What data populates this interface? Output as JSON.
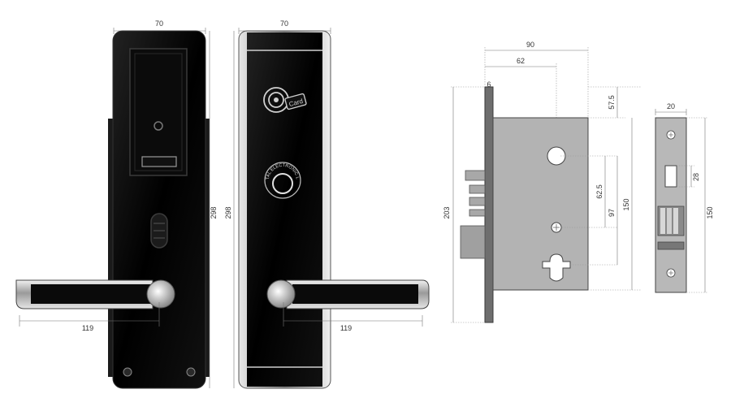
{
  "colors": {
    "panel_black": "#050505",
    "chrome": "#c8c8c8",
    "mortise_body": "#b3b3b3",
    "mortise_faceplate": "#6e6e6e",
    "dimension_line": "#777777",
    "label": "#333333"
  },
  "icons": {
    "card_reader": "card-reader-icon",
    "emergency_lock": "digital-electronic-lock-icon",
    "keyhole": "keyhole-icon",
    "usb_slot": "usb-slot-icon"
  },
  "front_panel": {
    "width_label": "70",
    "height_label": "298",
    "handle_length_label": "119"
  },
  "back_panel": {
    "width_label": "70",
    "height_label": "298",
    "handle_length_label": "119",
    "card_logo_text": "Card",
    "emergency_ring_text": "DIGITAL ELECTRONIC LOCK"
  },
  "mortise": {
    "total_width_label": "90",
    "backset_label": "62",
    "faceplate_thickness_label": "6",
    "top_offset_label": "57.5",
    "spindle_to_cylinder_label": "62.5",
    "spindle_to_lower_label": "97",
    "body_height_label": "150",
    "faceplate_height_label": "203"
  },
  "strike_plate": {
    "width_label": "20",
    "slot_height_label": "28",
    "height_label": "150"
  }
}
